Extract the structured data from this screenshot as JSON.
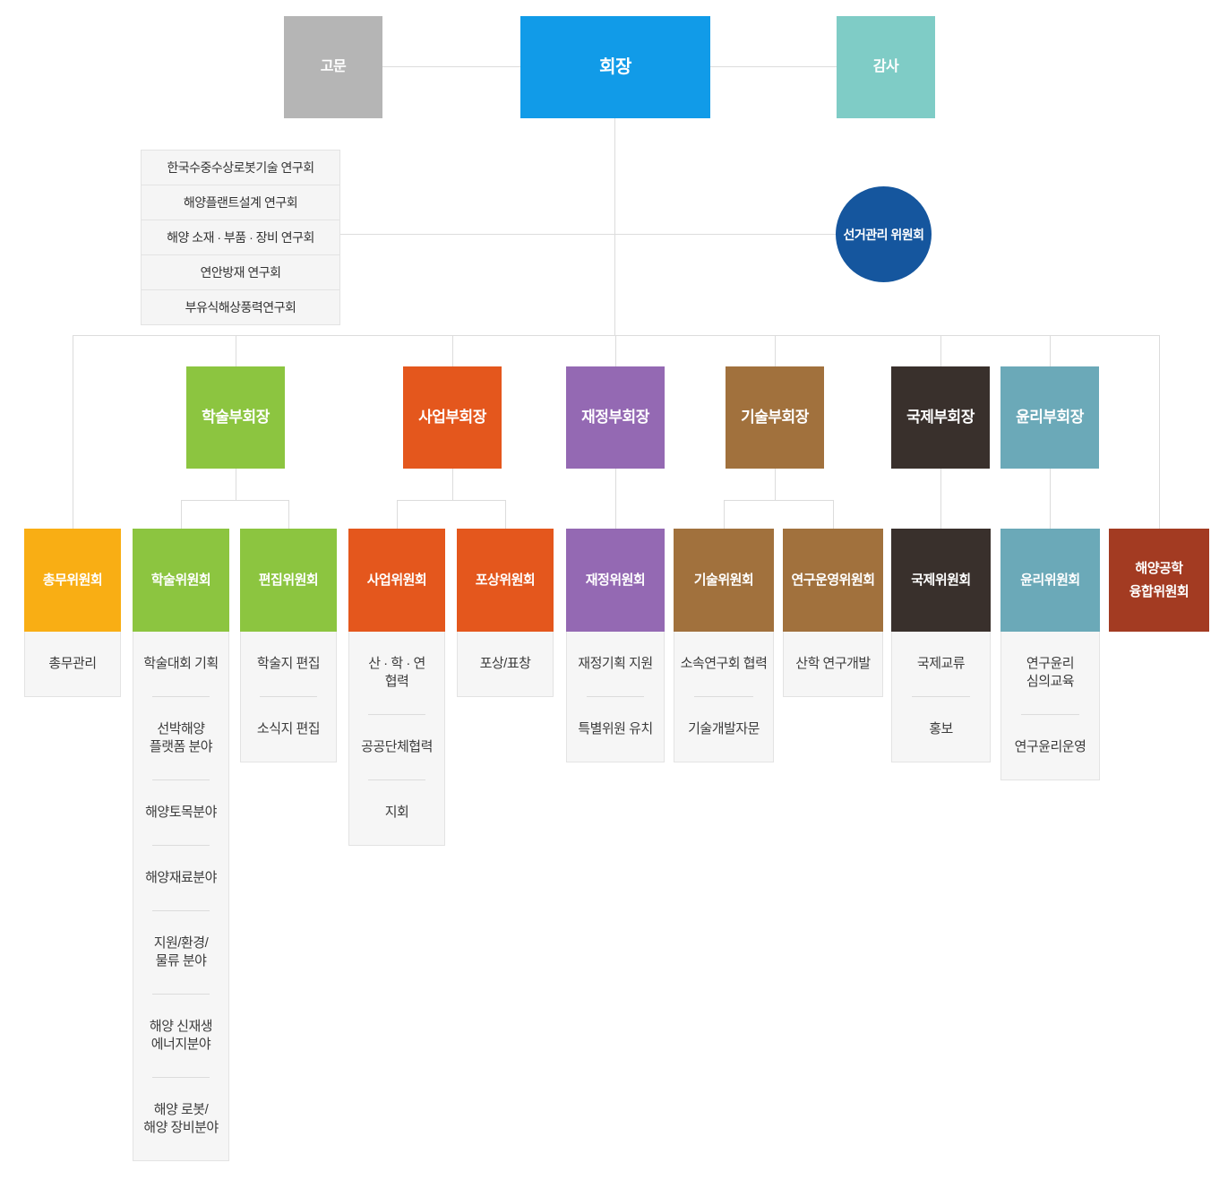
{
  "top": {
    "advisor": "고문",
    "president": "회장",
    "auditor": "감사"
  },
  "election_committee": "선거관리 위원회",
  "research_groups": [
    "한국수중수상로봇기술 연구회",
    "해양플랜트설계 연구회",
    "해양 소재 · 부품 · 장비 연구회",
    "연안방재 연구회",
    "부유식해상풍력연구회"
  ],
  "vice_presidents": [
    {
      "label": "학술부회장",
      "color": "#8cc540"
    },
    {
      "label": "사업부회장",
      "color": "#e4571d"
    },
    {
      "label": "재정부회장",
      "color": "#9469b3"
    },
    {
      "label": "기술부회장",
      "color": "#a1713d"
    },
    {
      "label": "국제부회장",
      "color": "#39302c"
    },
    {
      "label": "윤리부회장",
      "color": "#6ba9b8"
    }
  ],
  "committees": [
    {
      "label": "총무위원회",
      "color": "#f9ae14",
      "items": [
        "총무관리"
      ]
    },
    {
      "label": "학술위원회",
      "color": "#8cc540",
      "items": [
        "학술대회 기획",
        "선박해양\n플랫폼 분야",
        "해양토목분야",
        "해양재료분야",
        "지원/환경/\n물류 분야",
        "해양 신재생\n에너지분야",
        "해양 로봇/\n해양 장비분야"
      ]
    },
    {
      "label": "편집위원회",
      "color": "#8cc540",
      "items": [
        "학술지 편집",
        "소식지 편집"
      ]
    },
    {
      "label": "사업위원회",
      "color": "#e4571d",
      "items": [
        "산 · 학 · 연\n협력",
        "공공단체협력",
        "지회"
      ]
    },
    {
      "label": "포상위원회",
      "color": "#e4571d",
      "items": [
        "포상/표창"
      ]
    },
    {
      "label": "재정위원회",
      "color": "#9469b3",
      "items": [
        "재정기획 지원",
        "특별위원 유치"
      ]
    },
    {
      "label": "기술위원회",
      "color": "#a1713d",
      "items": [
        "소속연구회 협력",
        "기술개발자문"
      ]
    },
    {
      "label": "연구운영위원회",
      "color": "#a1713d",
      "items": [
        "산학 연구개발"
      ]
    },
    {
      "label": "국제위원회",
      "color": "#39302c",
      "items": [
        "국제교류",
        "홍보"
      ]
    },
    {
      "label": "윤리위원회",
      "color": "#6ba9b8",
      "items": [
        "연구윤리\n심의교육",
        "연구윤리운영"
      ]
    },
    {
      "label": "해양공학\n융합위원회",
      "color": "#a33b22",
      "items": []
    }
  ],
  "palette": {
    "advisor": "#b5b5b5",
    "president": "#119be8",
    "auditor": "#7fccc6",
    "election": "#15569e",
    "connector": "#dcdcdc"
  }
}
